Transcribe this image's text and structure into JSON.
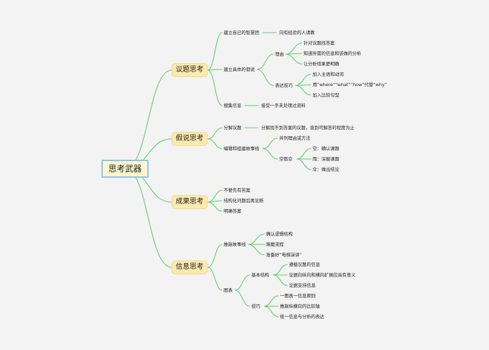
{
  "root": "思考武器",
  "branches": [
    {
      "label": "议题思考",
      "children": [
        {
          "label": "建立自己的智慧团",
          "children": [
            {
              "label": "向有经验的人请教"
            }
          ]
        },
        {
          "label": "建立具体的假说",
          "children": [
            {
              "label": "理由",
              "children": [
                {
                  "label": "针对议题找答案"
                },
                {
                  "label": "知道所需的信息和该做的分析"
                },
                {
                  "label": "让分析结果更明确"
                }
              ]
            },
            {
              "label": "表达技巧",
              "children": [
                {
                  "label": "加入主语和动词"
                },
                {
                  "label": "用“where”“what”“how”代替“why”"
                },
                {
                  "label": "加入比较句型"
                }
              ]
            }
          ]
        },
        {
          "label": "搜集信息",
          "children": [
            {
              "label": "接受一手未处理过资料"
            }
          ]
        }
      ]
    },
    {
      "label": "假说思考",
      "children": [
        {
          "label": "分解议题",
          "children": [
            {
              "label": "分解找不到答案的议题，直到可解答的程度为止"
            }
          ]
        },
        {
          "label": "编辑和组建故事线",
          "children": [
            {
              "label": "并列理由或方法"
            },
            {
              "label": "空雨伞",
              "children": [
                {
                  "label": "空：确认课题"
                },
                {
                  "label": "雨：深掘课题"
                },
                {
                  "label": "伞：做出结论"
                }
              ]
            }
          ]
        }
      ]
    },
    {
      "label": "成果思考",
      "children": [
        {
          "label": "不要先有答案"
        },
        {
          "label": "结构化问题后再论断"
        },
        {
          "label": "明确答案"
        }
      ]
    },
    {
      "label": "信息思考",
      "children": [
        {
          "label": "推敲故事线",
          "children": [
            {
              "label": "确认逻辑结构"
            },
            {
              "label": "琢磨流程"
            },
            {
              "label": "准备好“电梯演讲”"
            }
          ]
        },
        {
          "label": "图表",
          "children": [
            {
              "label": "基本结构",
              "children": [
                {
                  "label": "遵循议题的信息"
                },
                {
                  "label": "论据向纵向和横向扩展应具有意义"
                },
                {
                  "label": "论据支持信息"
                }
              ]
            },
            {
              "label": "技巧",
              "children": [
                {
                  "label": "一图表一信息原则"
                },
                {
                  "label": "推敲纵横向的比较轴"
                },
                {
                  "label": "统一信息与分析的表达"
                }
              ]
            }
          ]
        }
      ]
    }
  ],
  "colors": {
    "link": "#5fce6c",
    "branch_fill": "#fbeab0",
    "root_border": "#8ec3e6",
    "background": "#f3f3f3"
  }
}
